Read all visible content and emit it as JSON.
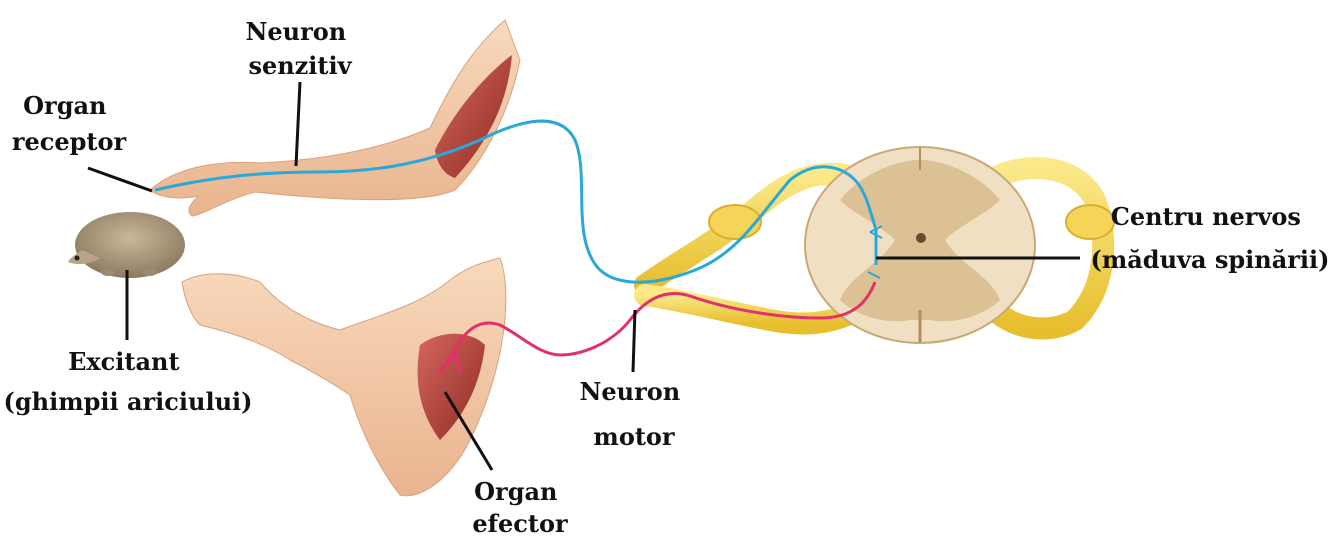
{
  "labels": {
    "sensory_neuron": [
      "Neuron",
      "senzitiv"
    ],
    "receptor_organ": [
      "Organ",
      "receptor"
    ],
    "stimulus": [
      "Excitant",
      "(ghimpii ariciului)"
    ],
    "nerve_center": [
      "Centru nervos",
      "(măduva spinării)"
    ],
    "motor_neuron": [
      "Neuron",
      "motor"
    ],
    "effector_organ": [
      "Organ",
      "efector"
    ]
  },
  "colors": {
    "sensory_pathway": "#2aa8d8",
    "motor_pathway": "#e3306a",
    "nerve": "#f2d54a",
    "skin": "#f3c9a5",
    "muscle": "#b8433b",
    "cord_white_matter": "#f1dfc3",
    "cord_gray_matter": "#d8bc8c"
  }
}
